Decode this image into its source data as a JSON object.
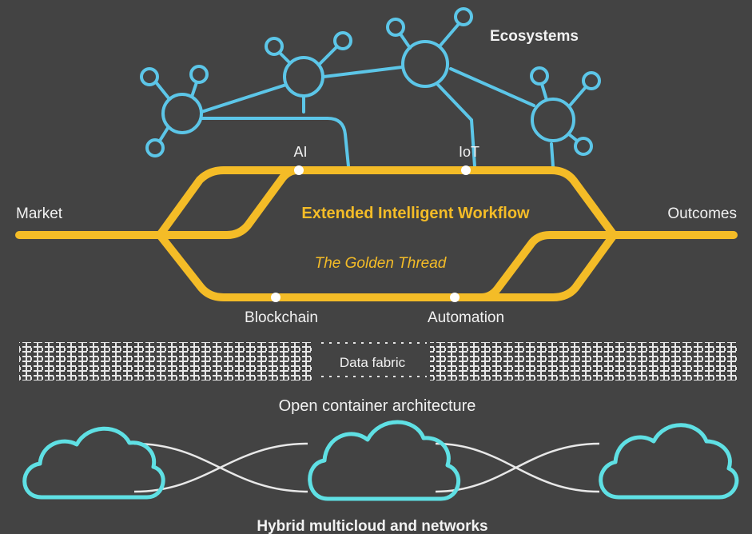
{
  "ecosystems_label": "Ecosystems",
  "workflow": {
    "input_label": "Market",
    "output_label": "Outcomes",
    "title": "Extended Intelligent Workflow",
    "subtitle": "The Golden Thread",
    "top_nodes": [
      "AI",
      "IoT"
    ],
    "bottom_nodes": [
      "Blockchain",
      "Automation"
    ]
  },
  "data_fabric_label": "Data fabric",
  "container_label": "Open container architecture",
  "cloud_label": "Hybrid multicloud and networks",
  "colors": {
    "background": "#434343",
    "gold": "#f4bc27",
    "ecosystem_blue": "#5cc6e8",
    "cloud_cyan": "#5fe0e4",
    "text": "#f2f2f2",
    "fabric": "#e6e6e6"
  }
}
